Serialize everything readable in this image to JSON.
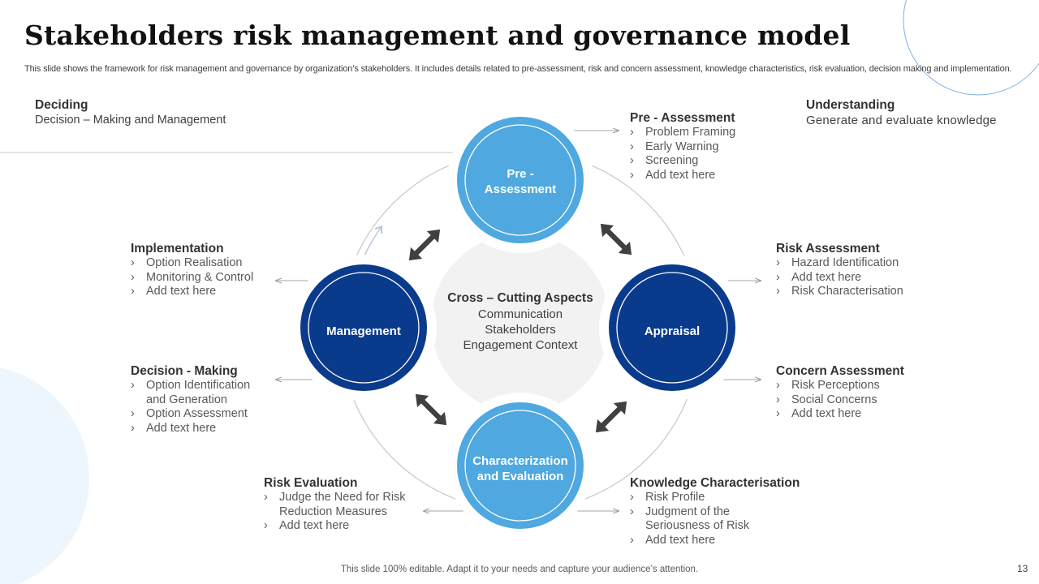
{
  "slide": {
    "title": "Stakeholders risk management and governance model",
    "description": "This slide shows the framework for risk management and governance by organization’s stakeholders. It includes details related to pre-assessment, risk and concern assessment, knowledge characteristics, risk evaluation, decision making and implementation.",
    "footer": "This slide 100% editable. Adapt it to your needs and capture your audience’s attention.",
    "page_number": "13"
  },
  "colors": {
    "light_blue": "#4FA8DF",
    "dark_blue": "#0A3A8C",
    "center_grey": "#F2F2F2",
    "arrow_grey": "#404040",
    "background_circle": "#EEF6FD"
  },
  "diagram": {
    "center": {
      "title": "Cross – Cutting Aspects",
      "lines": [
        "Communication",
        "Stakeholders",
        "Engagement Context"
      ]
    },
    "nodes": {
      "pre_assessment": [
        "Pre -",
        "Assessment"
      ],
      "appraisal": [
        "Appraisal"
      ],
      "characterization": [
        "Characterization",
        "and Evaluation"
      ],
      "management": [
        "Management"
      ]
    },
    "corners": {
      "deciding": {
        "title": "Deciding",
        "subtitle": "Decision – Making and Management"
      },
      "understanding": {
        "title": "Understanding",
        "subtitle": "Generate and evaluate knowledge"
      }
    },
    "blocks": {
      "pre_assessment": {
        "title": "Pre - Assessment",
        "items": [
          "Problem Framing",
          "Early Warning",
          "Screening",
          "Add text here"
        ]
      },
      "risk_assessment": {
        "title": "Risk Assessment",
        "items": [
          "Hazard Identification",
          "Add text here",
          "Risk Characterisation"
        ]
      },
      "concern_assessment": {
        "title": "Concern Assessment",
        "items": [
          "Risk Perceptions",
          "Social Concerns",
          "Add text here"
        ]
      },
      "knowledge": {
        "title": "Knowledge Characterisation",
        "items": [
          "Risk Profile",
          "Judgment of the",
          "Seriousness of Risk",
          "Add text here"
        ]
      },
      "risk_evaluation": {
        "title": "Risk Evaluation",
        "items": [
          "Judge the Need for Risk",
          "Reduction Measures",
          "Add text here"
        ]
      },
      "decision_making": {
        "title": "Decision - Making",
        "items": [
          "Option Identification",
          "and Generation",
          "Option Assessment",
          "Add text here"
        ]
      },
      "implementation": {
        "title": "Implementation",
        "items": [
          "Option Realisation",
          "Monitoring & Control",
          "Add text here"
        ]
      }
    }
  }
}
